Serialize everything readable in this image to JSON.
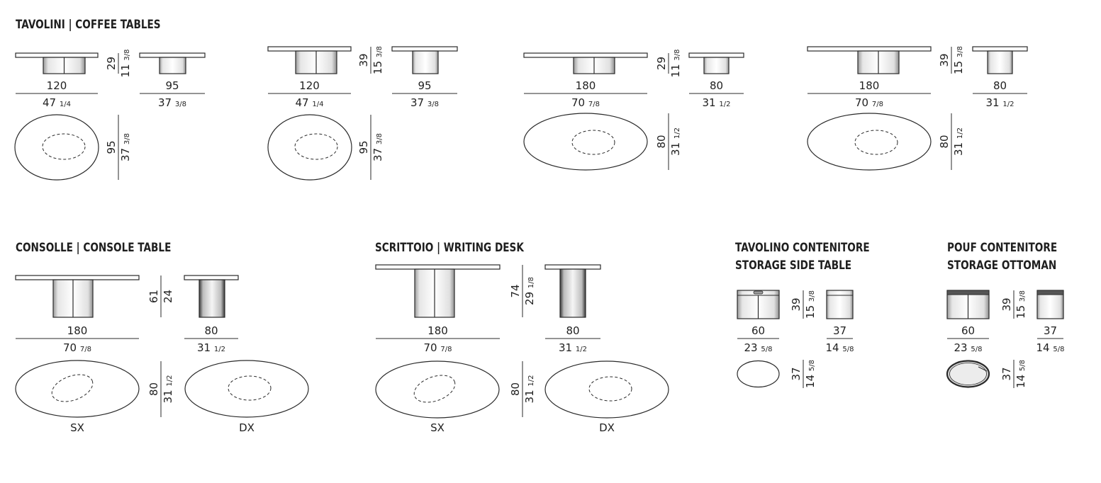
{
  "sections": {
    "coffee_tables": {
      "title": "TAVOLINI  |  COFFEE TABLES"
    },
    "console": {
      "title": "CONSOLLE  |  CONSOLE TABLE"
    },
    "desk": {
      "title": "SCRITTOIO  |  WRITING DESK"
    },
    "side_table": {
      "title_1": "TAVOLINO CONTENITORE",
      "title_2": "STORAGE SIDE TABLE"
    },
    "ottoman": {
      "title_1": "POUF CONTENITORE",
      "title_2": "STORAGE OTTOMAN"
    }
  },
  "dimensions": {
    "ct1": {
      "width_cm": "120",
      "width_in": "47",
      "width_in_frac": "1/4",
      "depth_cm": "95",
      "depth_in": "37",
      "depth_in_frac": "3/8",
      "height_cm": "29",
      "height_in": "11",
      "height_in_frac": "3/8",
      "plan_cm": "95",
      "plan_in": "37",
      "plan_in_frac": "3/8"
    },
    "ct2": {
      "width_cm": "120",
      "width_in": "47",
      "width_in_frac": "1/4",
      "depth_cm": "95",
      "depth_in": "37",
      "depth_in_frac": "3/8",
      "height_cm": "39",
      "height_in": "15",
      "height_in_frac": "3/8",
      "plan_cm": "95",
      "plan_in": "37",
      "plan_in_frac": "3/8"
    },
    "ct3": {
      "width_cm": "180",
      "width_in": "70",
      "width_in_frac": "7/8",
      "depth_cm": "80",
      "depth_in": "31",
      "depth_in_frac": "1/2",
      "height_cm": "29",
      "height_in": "11",
      "height_in_frac": "3/8",
      "plan_cm": "80",
      "plan_in": "31",
      "plan_in_frac": "1/2"
    },
    "ct4": {
      "width_cm": "180",
      "width_in": "70",
      "width_in_frac": "7/8",
      "depth_cm": "80",
      "depth_in": "31",
      "depth_in_frac": "1/2",
      "height_cm": "39",
      "height_in": "15",
      "height_in_frac": "3/8",
      "plan_cm": "80",
      "plan_in": "31",
      "plan_in_frac": "1/2"
    },
    "console": {
      "width_cm": "180",
      "width_in": "70",
      "width_in_frac": "7/8",
      "depth_cm": "80",
      "depth_in": "31",
      "depth_in_frac": "1/2",
      "height_cm": "61",
      "height_in": "24",
      "plan_cm": "80",
      "plan_in": "31",
      "plan_in_frac": "1/2",
      "left_label": "SX",
      "right_label": "DX"
    },
    "desk": {
      "width_cm": "180",
      "width_in": "70",
      "width_in_frac": "7/8",
      "depth_cm": "80",
      "depth_in": "31",
      "depth_in_frac": "1/2",
      "height_cm": "74",
      "height_in": "29",
      "height_in_frac": "1/8",
      "plan_cm": "80",
      "plan_in": "31",
      "plan_in_frac": "1/2",
      "left_label": "SX",
      "right_label": "DX"
    },
    "side_table": {
      "width_cm": "60",
      "width_in": "23",
      "width_in_frac": "5/8",
      "depth_cm": "37",
      "depth_in": "14",
      "depth_in_frac": "5/8",
      "height_cm": "39",
      "height_in": "15",
      "height_in_frac": "3/8",
      "plan_cm": "37",
      "plan_in": "14",
      "plan_in_frac": "5/8"
    },
    "ottoman": {
      "width_cm": "60",
      "width_in": "23",
      "width_in_frac": "5/8",
      "depth_cm": "37",
      "depth_in": "14",
      "depth_in_frac": "5/8",
      "height_cm": "39",
      "height_in": "15",
      "height_in_frac": "3/8",
      "plan_cm": "37",
      "plan_in": "14",
      "plan_in_frac": "5/8"
    }
  },
  "colors": {
    "line": "#2a2a2a",
    "shade": "#c8c8c8",
    "background": "#ffffff"
  }
}
